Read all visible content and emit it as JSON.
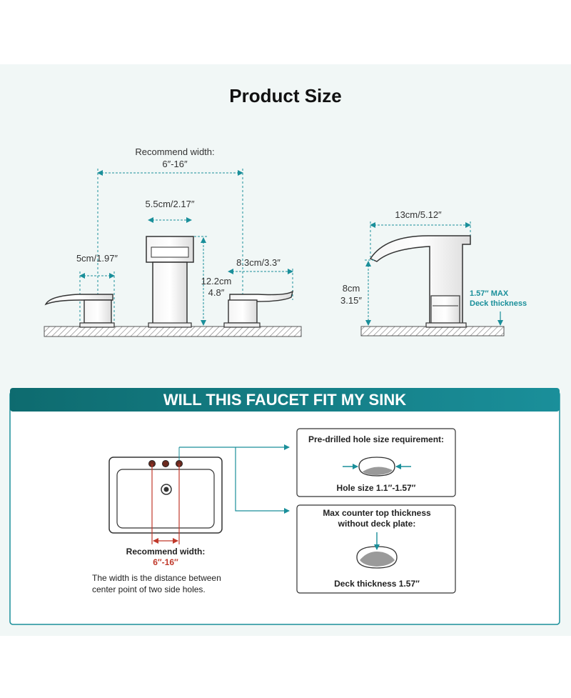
{
  "title": "Product Size",
  "front_view": {
    "recommend_label": "Recommend width:",
    "recommend_value": "6″-16″",
    "spout_width": "5.5cm/2.17″",
    "handle_width": "5cm/1.97″",
    "height_cm": "12.2cm",
    "height_in": "4.8″",
    "handle_depth": "8.3cm/3.3″"
  },
  "side_view": {
    "reach": "13cm/5.12″",
    "height_cm": "8cm",
    "height_in": "3.15″",
    "deck_line1": "1.57″ MAX",
    "deck_line2": "Deck thickness"
  },
  "fit_section": {
    "banner": "WILL THIS FAUCET FIT MY SINK",
    "recommend_label": "Recommend width:",
    "recommend_value": "6″-16″",
    "note_line1": "The width is the distance between",
    "note_line2": "center point of two side holes.",
    "hole_box": {
      "title": "Pre-drilled hole size requirement:",
      "caption": "Hole size 1.1″-1.57″"
    },
    "thickness_box": {
      "title_line1": "Max counter top thickness",
      "title_line2": "without deck plate:",
      "caption": "Deck thickness 1.57″"
    }
  },
  "colors": {
    "accent": "#1a8f9a",
    "banner_start": "#0e6b6f",
    "banner_end": "#1a8f9a",
    "hole_red": "#c0392b"
  }
}
